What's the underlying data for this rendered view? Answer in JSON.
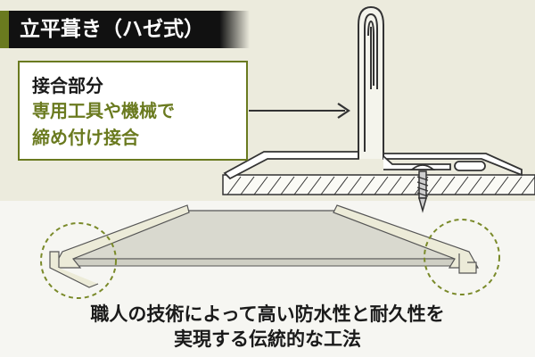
{
  "title": "立平葺き（ハゼ式）",
  "callout": {
    "label": "接合部分",
    "description_line1": "専用工具や機械で",
    "description_line2": "締め付け接合"
  },
  "caption": {
    "line1": "職人の技術によって高い防水性と耐久性を",
    "line2": "実現する伝統的な工法"
  },
  "colors": {
    "accent": "#6a7a1f",
    "panel_fill": "#e3e1c2",
    "highlight_circle": "#7a8a2a"
  }
}
